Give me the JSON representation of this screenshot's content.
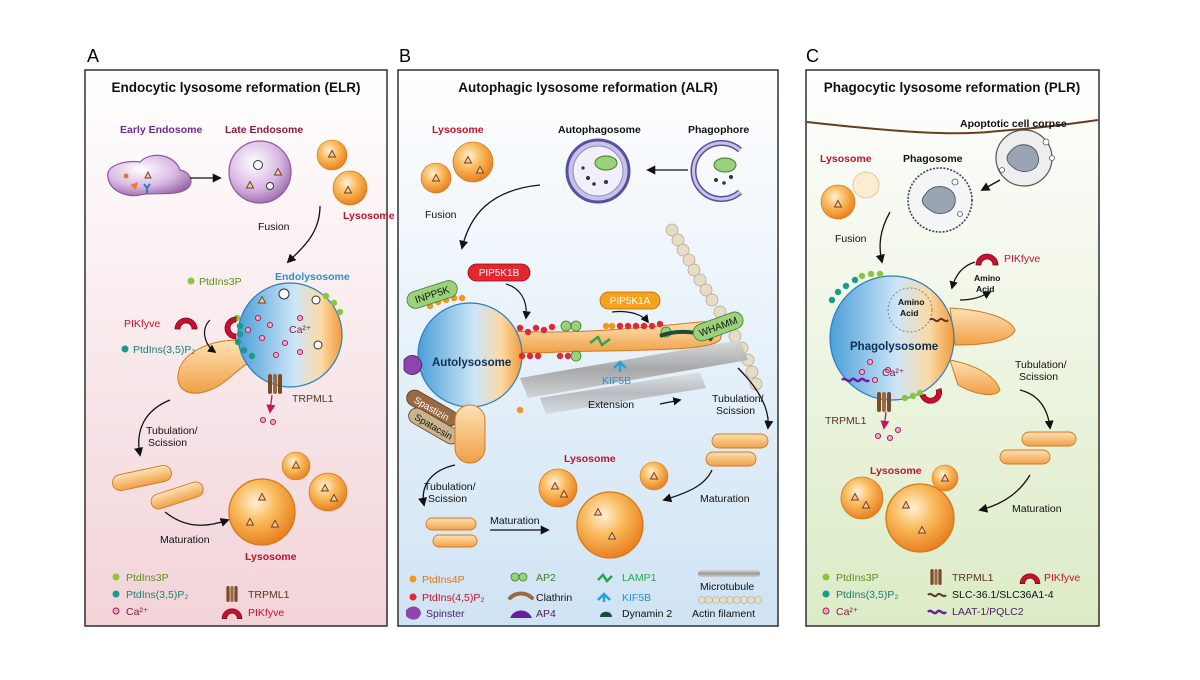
{
  "panels": {
    "A": {
      "letter": "A",
      "title": "Endocytic lysosome reformation (ELR)",
      "early_endosome": "Early Endosome",
      "late_endosome": "Late Endosome",
      "lysosome_top": "Lysosome",
      "fusion": "Fusion",
      "endolysosome": "Endolysosome",
      "ptdins3p_callout": "PtdIns3P",
      "pikfyve_callout": "PIKfyve",
      "ptdins35p2_callout": "PtdIns(3,5)P₂",
      "ca_label": "Ca²⁺",
      "trpml1_callout": "TRPML1",
      "tubulation_1": "Tubulation/",
      "tubulation_2": "Scission",
      "maturation": "Maturation",
      "lysosome_bottom": "Lysosome",
      "legend": {
        "ptdins3p": "PtdIns3P",
        "ptdins35p2": "PtdIns(3,5)P₂",
        "ca": "Ca²⁺",
        "trpml1": "TRPML1",
        "pikfyve": "PIKfyve"
      }
    },
    "B": {
      "letter": "B",
      "title": "Autophagic lysosome reformation (ALR)",
      "lysosome_top": "Lysosome",
      "autophagosome": "Autophagosome",
      "phagophore": "Phagophore",
      "fusion": "Fusion",
      "inpp5k": "INPP5K",
      "pip5k1b": "PIP5K1B",
      "pip5k1a": "PIP5K1A",
      "whamm": "WHAMM",
      "autolysosome": "Autolysosome",
      "kif5b_callout": "KIF5B",
      "extension": "Extension",
      "tubulation_right_1": "Tubulation/",
      "tubulation_right_2": "Scission",
      "spastizin": "Spastizin",
      "spatacsin": "Spatacsin",
      "tubulation_left_1": "Tubulation/",
      "tubulation_left_2": "Scission",
      "maturation_left": "Maturation",
      "lysosome_center": "Lysosome",
      "maturation_right": "Maturation",
      "legend": {
        "ptdins4p": "PtdIns4P",
        "ptdins45p2": "PtdIns(4,5)P₂",
        "spinster": "Spinster",
        "ap2": "AP2",
        "clathrin": "Clathrin",
        "ap4": "AP4",
        "lamp1": "LAMP1",
        "kif5b": "KIF5B",
        "dynamin2": "Dynamin 2",
        "microtubule": "Microtubule",
        "actin": "Actin filament"
      }
    },
    "C": {
      "letter": "C",
      "title": "Phagocytic lysosome reformation (PLR)",
      "apoptotic": "Apoptotic cell corpse",
      "lysosome_top": "Lysosome",
      "phagosome": "Phagosome",
      "fusion": "Fusion",
      "pikfyve_callout": "PIKfyve",
      "amino_acid_out_1": "Amino",
      "amino_acid_out_2": "Acid",
      "amino_acid_in_1": "Amino",
      "amino_acid_in_2": "Acid",
      "phagolysosome": "Phagolysosome",
      "ca_label": "Ca²⁺",
      "trpml1_callout": "TRPML1",
      "tubulation_1": "Tubulation/",
      "tubulation_2": "Scission",
      "lysosome_bottom": "Lysosome",
      "maturation": "Maturation",
      "legend": {
        "ptdins3p": "PtdIns3P",
        "ptdins35p2": "PtdIns(3,5)P₂",
        "ca": "Ca²⁺",
        "trpml1": "TRPML1",
        "slc": "SLC-36.1/SLC36A1-4",
        "laat": "LAAT-1/PQLC2",
        "pikfyve": "PIKfyve"
      }
    }
  },
  "colors": {
    "panel_a_bg": "#f6dfe2",
    "panel_b_bg": "#dbeaf7",
    "panel_c_bg": "#e6f0d8",
    "lysosome_orange": "#f5a23a",
    "ptdins3p_green": "#8cc63f",
    "ptdins35p2_teal": "#1a9a8a",
    "ptdins4p_orange": "#f7941d",
    "ptdins45p2_red": "#e3262f",
    "pikfyve_red": "#c8102e",
    "trpml1_brown": "#7a4a2a"
  }
}
